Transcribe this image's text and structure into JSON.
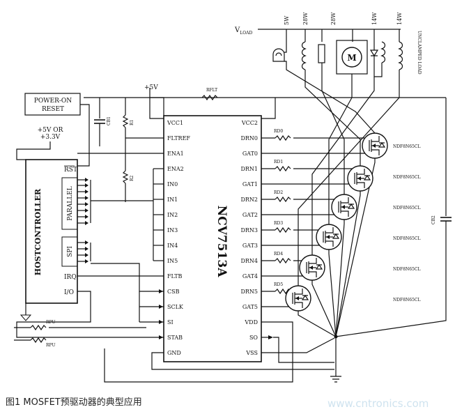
{
  "caption": "图1 MOSFET预驱动器的典型应用",
  "watermark": "www.cntronics.com",
  "chip": {
    "name": "NCV7513A",
    "left_pins": [
      "VCC1",
      "FLTREF",
      "ENA1",
      "ENA2",
      "IN0",
      "IN1",
      "IN2",
      "IN3",
      "IN4",
      "IN5",
      "FLTB",
      "CSB",
      "SCLK",
      "SI",
      "STAB",
      "GND"
    ],
    "right_pins": [
      "VCC2",
      "DRN0",
      "GAT0",
      "DRN1",
      "GAT1",
      "DRN2",
      "GAT2",
      "DRN3",
      "GAT3",
      "DRN4",
      "GAT4",
      "DRN5",
      "GAT5",
      "VDD",
      "SO",
      "VSS"
    ]
  },
  "host": {
    "title": "HOSTCONTROLLER",
    "parallel": "PARALLEL",
    "spi": "SPI",
    "pins": [
      "RST",
      "IRQ",
      "I/O"
    ]
  },
  "power_on_reset": "POWER-ON RESET",
  "supply_host": "+5V OR +3.3V",
  "supply_5v": "+5V",
  "vload": "V",
  "vload_sub": "LOAD",
  "loads": [
    "5W",
    "28W",
    "28W",
    "14W",
    "14W"
  ],
  "motor": "M",
  "unclamped": "UNCLAMPED LOAD",
  "components": {
    "cb1": "CB1",
    "cb2": "CB2",
    "rflt": "R",
    "rflt_sub": "FLT",
    "r1": "R1",
    "r2": "R2",
    "rpu": "R",
    "rpu_sub": "PU",
    "rd": "R",
    "rd_subs": [
      "D0",
      "D1",
      "D2",
      "D3",
      "D4",
      "D5"
    ]
  },
  "mosfet_labels": [
    "NDF8N65CL",
    "NDF8N65CL",
    "NDF8N65CL",
    "NDF8N65CL",
    "NDF8N65CL",
    "NDF8N65CL"
  ]
}
